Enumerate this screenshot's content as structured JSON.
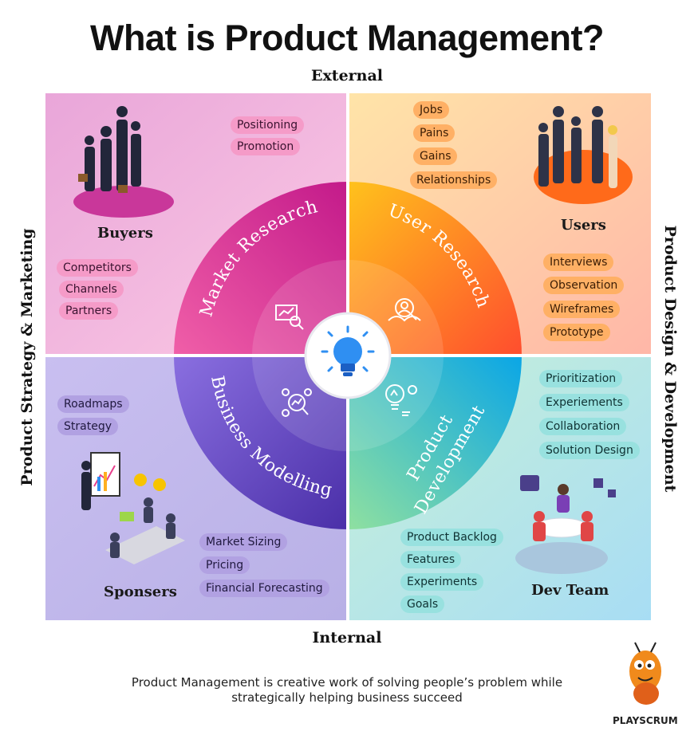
{
  "title": "What is Product Management?",
  "axes": {
    "top": "External",
    "bottom": "Internal",
    "left": "Product Strategy & Marketing",
    "right": "Product Design & Development"
  },
  "quadrants": {
    "market_research": {
      "ring_label": "Market Research",
      "group_label": "Buyers",
      "items_top": [
        "Positioning",
        "Promotion"
      ],
      "items_bottom": [
        "Competitors",
        "Channels",
        "Partners"
      ]
    },
    "user_research": {
      "ring_label": "User Research",
      "group_label": "Users",
      "items_top": [
        "Jobs",
        "Pains",
        "Gains",
        "Relationships"
      ],
      "items_bottom": [
        "Interviews",
        "Observation",
        "Wireframes",
        "Prototype"
      ]
    },
    "business_modelling": {
      "ring_label": "Business Modelling",
      "group_label": "Sponsers",
      "items_top": [
        "Roadmaps",
        "Strategy"
      ],
      "items_bottom": [
        "Market Sizing",
        "Pricing",
        "Financial Forecasting"
      ]
    },
    "product_development": {
      "ring_label_line1": "Product",
      "ring_label_line2": "Development",
      "group_label": "Dev Team",
      "items_top": [
        "Prioritization",
        "Experiements",
        "Collaboration",
        "Solution Design"
      ],
      "items_bottom": [
        "Product Backlog",
        "Features",
        "Experiments",
        "Goals"
      ]
    }
  },
  "footer": {
    "line1": "Product Management is creative work of solving people’s problem while",
    "line2": "strategically helping business succeed"
  },
  "brand": "PLAYSCRUM",
  "colors": {
    "pink": "#e83e8c",
    "orange": "#ff7a2e",
    "purple": "#6a4fc7",
    "teal": "#12b3d6"
  },
  "icons": [
    "bulb-icon",
    "chart-magnifier-icon",
    "user-search-icon",
    "data-analysis-icon",
    "bulb-gear-icon",
    "mascot-ant"
  ]
}
